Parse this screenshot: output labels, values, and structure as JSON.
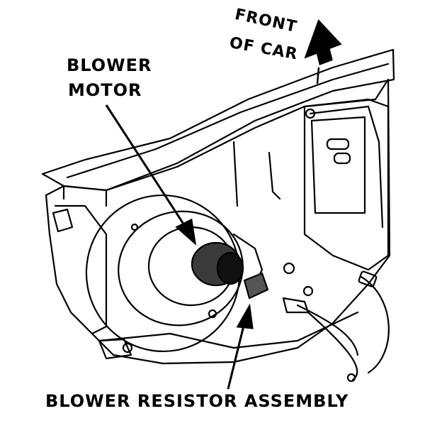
{
  "labels": {
    "front": "FRONT",
    "of_car": "OF CAR",
    "blower_line1": "BLOWER",
    "blower_line2": "MOTOR",
    "resistor": "BLOWER RESISTOR ASSEMBLY"
  },
  "colors": {
    "ink": "#000000",
    "paper": "#ffffff",
    "motor_shade": "#3a3a3a"
  }
}
